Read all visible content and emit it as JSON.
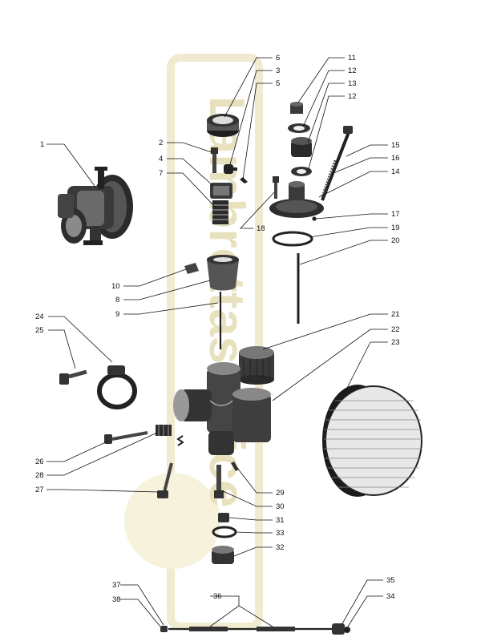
{
  "watermark": {
    "text": "Lambrettaservice",
    "color": "#e4dcaa"
  },
  "colors": {
    "ink": "#1a1a1a",
    "paper": "#ffffff"
  },
  "callouts": [
    "1",
    "2",
    "3",
    "4",
    "5",
    "6",
    "7",
    "8",
    "9",
    "10",
    "11",
    "12",
    "12",
    "13",
    "14",
    "15",
    "16",
    "17",
    "18",
    "19",
    "20",
    "21",
    "22",
    "23",
    "24",
    "25",
    "26",
    "27",
    "28",
    "29",
    "30",
    "31",
    "32",
    "33",
    "34",
    "35",
    "36",
    "37",
    "38"
  ],
  "parts": [
    "carburetor-assembly",
    "cap",
    "needle-clip",
    "spring",
    "piston-slide",
    "filter-cup"
  ]
}
